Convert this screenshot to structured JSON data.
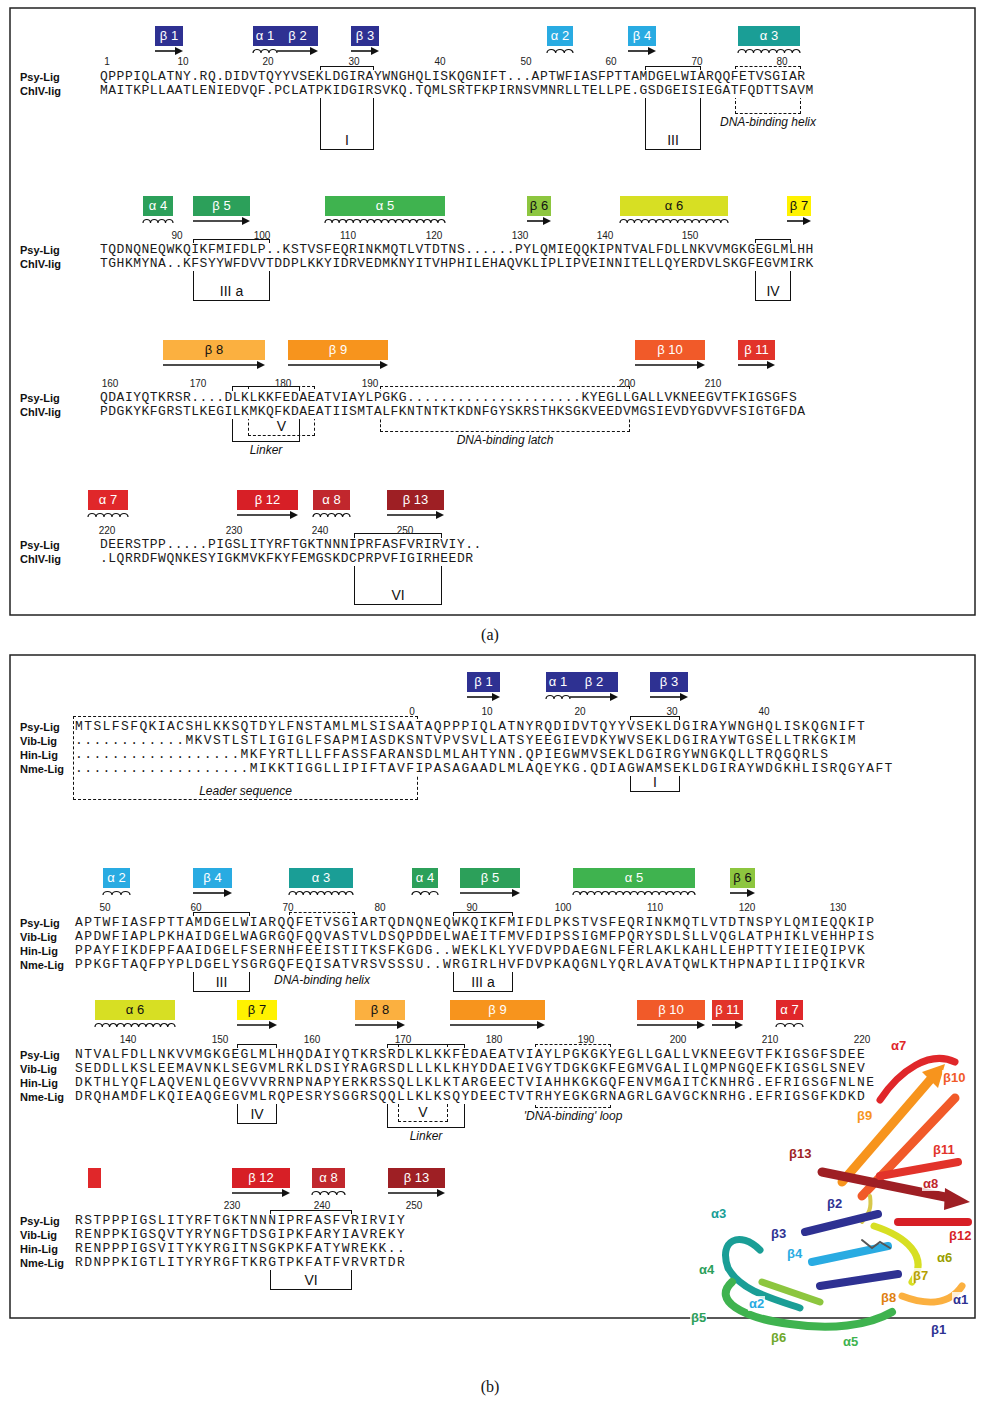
{
  "diagram": {
    "nodes": [
      {
        "text": [
          "β 1"
        ]
      },
      {
        "text": [
          "α 1"
        ]
      },
      {
        "text": [
          "β 2"
        ]
      },
      {
        "text": [
          "β 3"
        ]
      },
      {
        "text": [
          "α 2"
        ]
      },
      {
        "text": [
          "β 4"
        ]
      },
      {
        "text": [
          "α 3"
        ]
      },
      {
        "text": [
          "I"
        ]
      },
      {
        "text": [
          "III"
        ]
      },
      {
        "text": [
          "DNA-binding helix"
        ]
      },
      {
        "text": [
          "α 4"
        ]
      },
      {
        "text": [
          "β 5"
        ]
      },
      {
        "text": [
          "α 5"
        ]
      },
      {
        "text": [
          "β 6"
        ]
      },
      {
        "text": [
          "α 6"
        ]
      },
      {
        "text": [
          "β 7"
        ]
      },
      {
        "text": [
          "III a"
        ]
      },
      {
        "text": [
          "IV"
        ]
      },
      {
        "text": [
          "β 8"
        ]
      },
      {
        "text": [
          "β 9"
        ]
      },
      {
        "text": [
          "β 10"
        ]
      },
      {
        "text": [
          "β 11"
        ]
      },
      {
        "text": [
          "V"
        ]
      },
      {
        "text": [
          "Linker"
        ]
      },
      {
        "text": [
          "DNA-binding latch"
        ]
      },
      {
        "text": [
          "α 7"
        ]
      },
      {
        "text": [
          "β 12"
        ]
      },
      {
        "text": [
          "α 8"
        ]
      },
      {
        "text": [
          "β 13"
        ]
      },
      {
        "text": [
          "VI"
        ]
      },
      {
        "text": [
          "β 1"
        ]
      },
      {
        "text": [
          "α 1"
        ]
      },
      {
        "text": [
          "β 2"
        ]
      },
      {
        "text": [
          "β 3"
        ]
      },
      {
        "text": [
          "Leader sequence"
        ]
      },
      {
        "text": [
          "I"
        ]
      },
      {
        "text": [
          "α 2"
        ]
      },
      {
        "text": [
          "β 4"
        ]
      },
      {
        "text": [
          "α 3"
        ]
      },
      {
        "text": [
          "α 4"
        ]
      },
      {
        "text": [
          "β 5"
        ]
      },
      {
        "text": [
          "α 5"
        ]
      },
      {
        "text": [
          "β 6"
        ]
      },
      {
        "text": [
          "III"
        ]
      },
      {
        "text": [
          "DNA-binding helix"
        ]
      },
      {
        "text": [
          "III a"
        ]
      },
      {
        "text": [
          "α 6"
        ]
      },
      {
        "text": [
          "β 7"
        ]
      },
      {
        "text": [
          "β 8"
        ]
      },
      {
        "text": [
          "β 9"
        ]
      },
      {
        "text": [
          "β 10"
        ]
      },
      {
        "text": [
          "β 11"
        ]
      },
      {
        "text": [
          "α 7"
        ]
      },
      {
        "text": [
          "IV"
        ]
      },
      {
        "text": [
          "Linker"
        ]
      },
      {
        "text": [
          "V"
        ]
      },
      {
        "text": [
          "'DNA-binding' loop"
        ]
      },
      {
        "text": [
          "β 12"
        ]
      },
      {
        "text": [
          "α 8"
        ]
      },
      {
        "text": [
          "β 13"
        ]
      },
      {
        "text": [
          "VI"
        ]
      }
    ],
    "labels": [
      "1",
      "10",
      "20",
      "30",
      "40",
      "50",
      "60",
      "70",
      "80",
      "Psy-Lig",
      "QPPPIQLATNY.RQ.DIDVTQYYVSEKLDGIRAYWNGHQLISKQGNIFT...APTWFIASFPTTAMDGELWIARQQFETVSGIAR",
      "ChlV-lig",
      "MAITKPLLAATLENIEDVQF.PCLATPKIDGIRSVKQ.TQMLSRTFKPIRNSVMNRLLTELLPE.GSDGEISIEGATFQDTTSAVM",
      "90",
      "100",
      "110",
      "120",
      "130",
      "140",
      "150",
      "Psy-Lig",
      "TQDNQNEQWKQIKFMIFDLP..KSTVSFEQRINKMQTLVTDTNS......PYLQMIEQQKIPNTVALFDLLNKVVMGKGEGLMLHH",
      "ChlV-lig",
      "TGHKMYNA..KFSYYWFDVVTDDPLKKYIDRVEDMKNYITVHPHILEHAQVKLIPLIPVEINNITELLQYERDVLSKGFEGVMIRK",
      "160",
      "170",
      "180",
      "190",
      "200",
      "210",
      "Psy-Lig",
      "QDAIYQTKRSR....DLKLKKFEDAEATVIAYLPGKG.....................KYEGLLGALLVKNEEGVTFKIGSGFS",
      "ChlV-lig",
      "PDGKYKFGRSTLKEGILKMKQFKDAEATIISMTALFKNTNTKTKDNFGYSKRSTHKSGKVEEDVMGSIEVDYGDVVFSIGTGFDA",
      "220",
      "230",
      "240",
      "250",
      "Psy-Lig",
      "DEERSTPP.....PIGSLITYRFTGKTNNNIPRFASFVRIRVIY..",
      "ChlV-lig",
      ".LQRRDFWQNKESYIGKMVKFKYFEMGSKDCPRPVFIGIRHEEDR",
      "(a)",
      "0",
      "10",
      "20",
      "30",
      "40",
      "Psy-Lig",
      "MTSLFSFQKIACSHLKKSQTDYLFNSTAMLMLSISAATAQPPPIQLATNYRQDIDVTQYYVSEKLDGIRAYWNGHQLISKQGNIFT",
      "Vib-Lig",
      "............MKVSTLSTLIGIGLFSAPMIASDKSNTVPVSVLLATSYEEGIEVDKYWVSEKLDGIRAYWTGSELLTRKGKIM",
      "Hin-Lig",
      "..................MKFYRTLLLFFASSFARANSDLMLAHTYNN.QPIEGWMVSEKLDGIRGYWNGKQLLTRQGQRLS",
      "Nme-Lig",
      "...................MIKKTIGGLLIPIFTAVFIPASAGAADLMLAQEYKG.QDIAGWAMSEKLDGIRAYWDGKHLISRQGYAFT",
      "50",
      "60",
      "70",
      "80",
      "90",
      "100",
      "110",
      "120",
      "130",
      "Psy-Lig",
      "APTWFIASFPTTAMDGELWIARQQFETVSGIARTQDNQNEQWKQIKFMIFDLPKSTVSFEQRINKMQTLVTDTNSPYLQMIEQQKIP",
      "Vib-Lig",
      "APDWFIAPLPKHAIDGELWAGRGQFQQVASTVLDSQPDDELWAEITFMVFDIPSSIGMFPQRYSDLSLLVQGLATPHIKLVEHHPIS",
      "Hin-Lig",
      "PPAYFIKDFPFAAIDGELFSERNHFEEISTITKSFKGDG..WEKLKLYVFDVPDAEGNLFERLAKLKAHLLEHPTTYIEIEQIPVK",
      "Nme-Lig",
      "PPKGFTAQFPYPLDGELYSGRGQFEQISATVRSVSSSU..WRGIRLHVFDVPKAQGNLYQRLAVATQWLKTHPNAPILIIPQIKVR",
      "140",
      "150",
      "160",
      "170",
      "180",
      "190",
      "200",
      "210",
      "220",
      "Psy-Lig",
      "NTVALFDLLNKVVMGKGEGLMLHHQDAIYQTKRSRDLKLKKFEDAEATVIAYLPGKGKYEGLLGALLVKNEEGVTFKIGSGFSDEE",
      "Vib-Lig",
      "SEDDLLKSLEEMAVNKLSEGVMLRKLDSIYRAGRSDLLLKLKHYDDAEIVGYTDGKGKFEGMVGALILQMPNGQEFKIGSGLSNEV",
      "Hin-Lig",
      "DKTHLYQFLAQVENLQEGVVVRRNPNAPYERKRSSQLLKLKTARGEECTVIAHHKGKGQFENVMGAITCKNHRG.EFRIGSGFNLNE",
      "Nme-Lig",
      "DRQHAMDFLKQIEAQGEGVMLRQPESRYSGGRSQQLLKLKSQYDEECTVTRHYEGKGRNAGRLGAVGCKNRHG.EFRIGSGFKDKD",
      "230",
      "240",
      "250",
      "Psy-Lig",
      "RSTPPPIGSLITYRFTGKTNNNIPRFASFVRIRVIY",
      "Vib-Lig",
      "RENPPKIGSQVTYRYNGFTDSGIPKFARYIAVREKY",
      "Hin-Lig",
      "RENPPPIGSVITYKYRGITNSGKPKFATYWREKK..",
      "Nme-Lig",
      "RDNPPKIGTLITYRYRGFTKRGTPKFATFVRVRTDR",
      "(b)",
      "α7",
      "β10",
      "β9",
      "β13",
      "β11",
      "α8",
      "β12",
      "β2",
      "α3",
      "β3",
      "β4",
      "α6",
      "β7",
      "α4",
      "α1",
      "β8",
      "α2",
      "β5",
      "β6",
      "β1",
      "α5"
    ]
  }
}
